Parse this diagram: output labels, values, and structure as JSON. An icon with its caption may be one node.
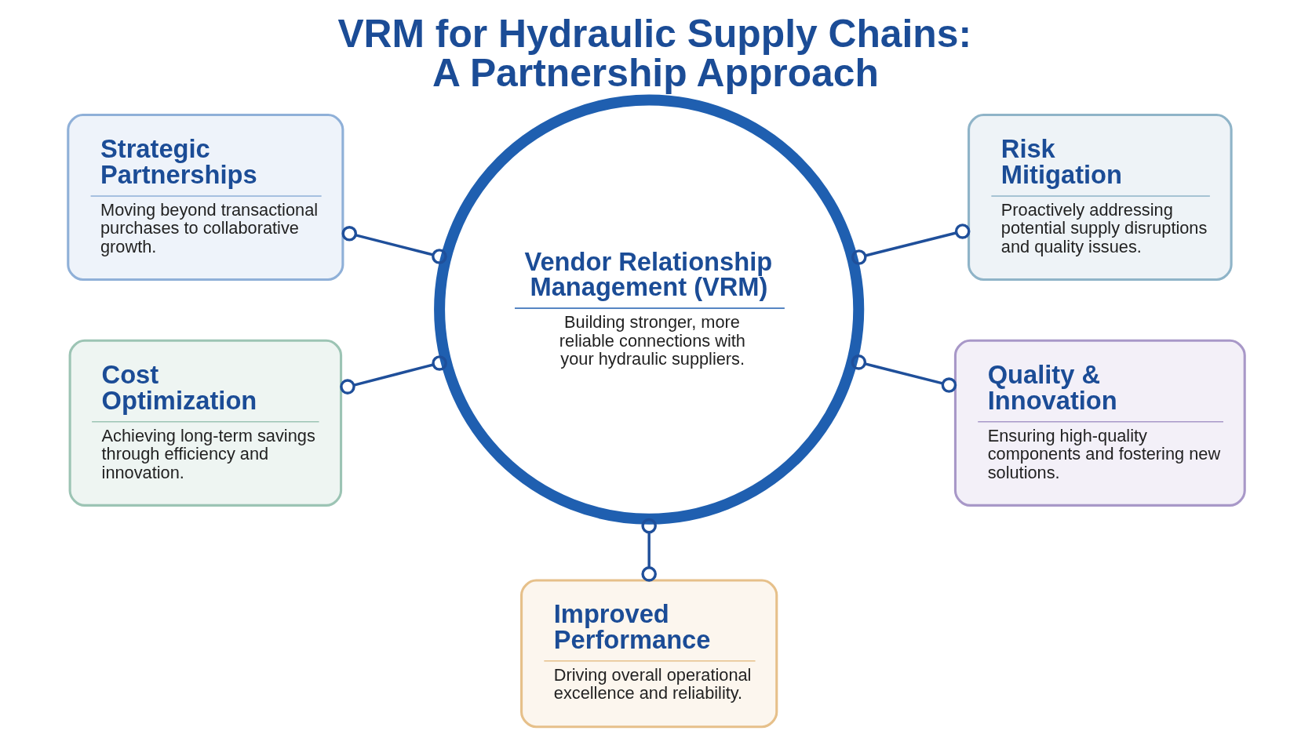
{
  "diagram": {
    "title": "VRM for Hydraulic Supply Chains: A Partnership Approach",
    "nodes": [
      {
        "text": [
          "Strategic Partnerships",
          "Moving beyond transactional purchases to collaborative growth."
        ]
      },
      {
        "text": [
          "Vendor Relationship Management (VRM)",
          "Building stronger, more reliable connections with your hydraulic suppliers."
        ]
      },
      {
        "text": [
          "Risk Mitigation",
          "Proactively addressing potential supply disruptions and quality issues."
        ]
      },
      {
        "text": [
          "Cost Optimization",
          "Achieving long-term savings through efficiency and innovation."
        ]
      },
      {
        "text": [
          "Quality & Innovation",
          "Ensuring high-quality components and fostering new solutions."
        ]
      },
      {
        "text": [
          "Improved Performance",
          "Driving overall operational excellence and reliability."
        ]
      }
    ],
    "edges": [
      {
        "from": 0,
        "to": 1,
        "arrow": "other"
      },
      {
        "from": 1,
        "to": 2,
        "arrow": "other"
      },
      {
        "from": 3,
        "to": 1,
        "arrow": "other"
      },
      {
        "from": 1,
        "to": 4,
        "arrow": "other"
      },
      {
        "from": 1,
        "to": 5,
        "arrow": "other"
      }
    ]
  }
}
